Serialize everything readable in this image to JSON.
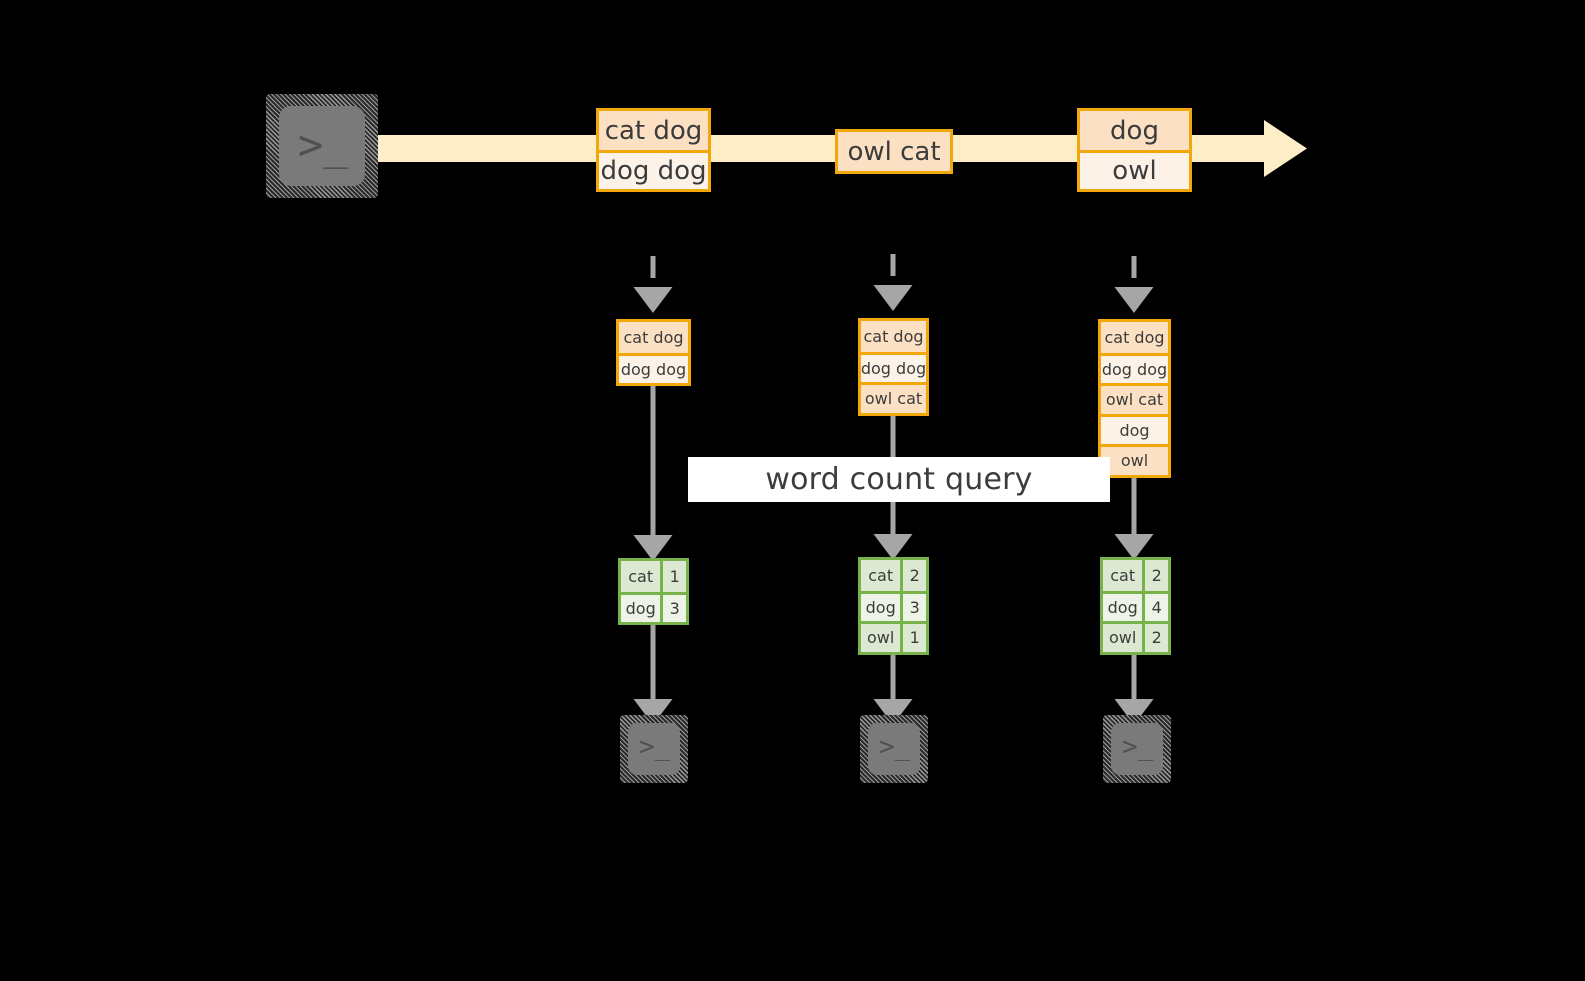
{
  "diagram": {
    "title_banner": {
      "label": "word count query"
    },
    "colors": {
      "stream_band": "#fdeec8",
      "event_border": "#f2a70a",
      "event_fill_dark": "#fbe0c3",
      "event_fill_light": "#fdf2e7",
      "result_border": "#77b34a",
      "result_fill_dark": "#dde8d2",
      "result_fill_light": "#eef3e8",
      "arrow_gray": "#a6a6a6",
      "terminal_gray": "#7a7a7a",
      "background": "#000000"
    },
    "stream": {
      "producer": {
        "icon": "terminal-icon",
        "glyph": ">_"
      },
      "events": [
        {
          "lines": [
            "cat dog",
            "dog dog"
          ]
        },
        {
          "lines": [
            "owl cat"
          ]
        },
        {
          "lines": [
            "dog",
            "owl"
          ]
        }
      ]
    },
    "columns": [
      {
        "name": "snapshot-1",
        "event_stack": [
          "cat dog",
          "dog dog"
        ],
        "result": {
          "rows": [
            {
              "word": "cat",
              "count": "1"
            },
            {
              "word": "dog",
              "count": "3"
            }
          ]
        },
        "consumer": {
          "icon": "terminal-icon",
          "glyph": ">_"
        }
      },
      {
        "name": "snapshot-2",
        "event_stack": [
          "cat dog",
          "dog dog",
          "owl cat"
        ],
        "result": {
          "rows": [
            {
              "word": "cat",
              "count": "2"
            },
            {
              "word": "dog",
              "count": "3"
            },
            {
              "word": "owl",
              "count": "1"
            }
          ]
        },
        "consumer": {
          "icon": "terminal-icon",
          "glyph": ">_"
        }
      },
      {
        "name": "snapshot-3",
        "event_stack": [
          "cat dog",
          "dog dog",
          "owl cat",
          "dog",
          "owl"
        ],
        "result": {
          "rows": [
            {
              "word": "cat",
              "count": "2"
            },
            {
              "word": "dog",
              "count": "4"
            },
            {
              "word": "owl",
              "count": "2"
            }
          ]
        },
        "consumer": {
          "icon": "terminal-icon",
          "glyph": ">_"
        }
      }
    ]
  }
}
